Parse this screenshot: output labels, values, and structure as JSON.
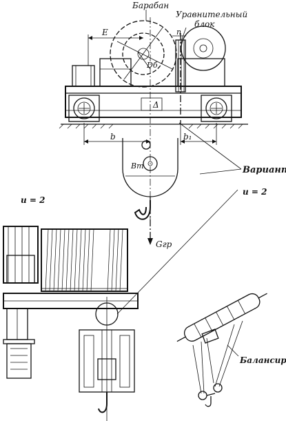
{
  "labels": {
    "drum": "Барабан",
    "equalizer_line1": "Уравнительный",
    "equalizer_line2": "блок",
    "dim_E": "E",
    "dim_n": "n",
    "dim_Db": "Dб",
    "delta": "Δ",
    "dim_b": "b",
    "dim_b1": "b₁",
    "dim_BT": "Bт",
    "variant": "Вариант",
    "u_left": "u = 2",
    "u_right": "u = 2",
    "load": "Gгр",
    "balancer": "Балансир"
  }
}
